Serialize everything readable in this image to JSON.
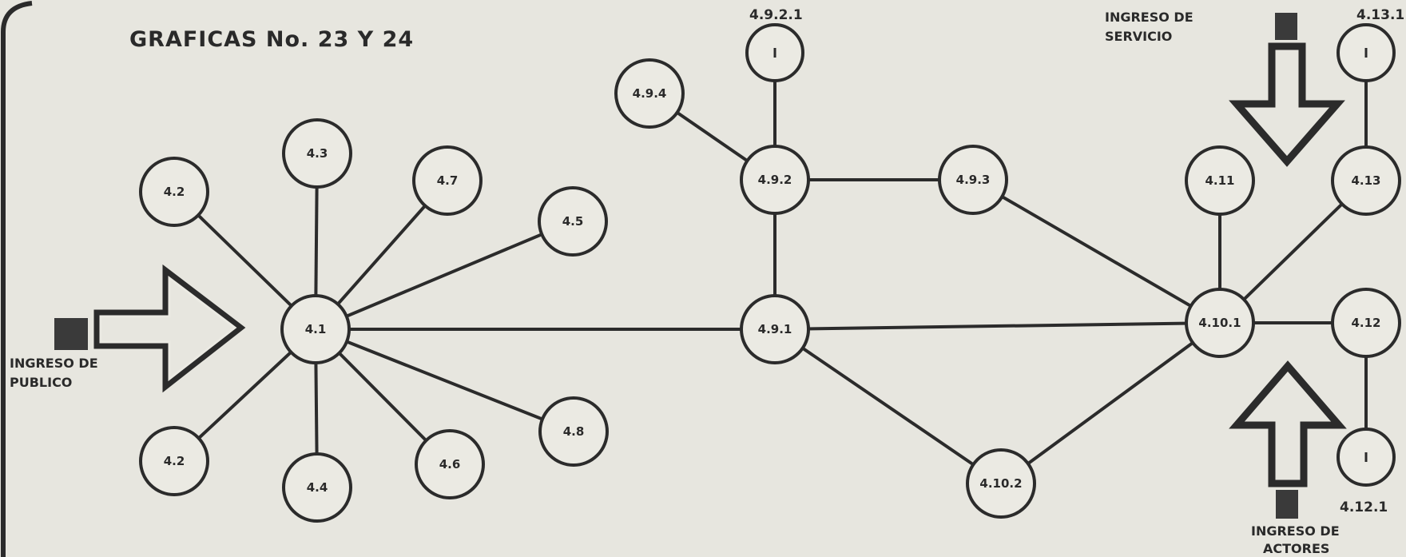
{
  "title": "GRAFICAS No. 23 Y 24",
  "nodes": [
    {
      "id": "n4_1",
      "label": "4.1"
    },
    {
      "id": "n4_2a",
      "label": "4.2"
    },
    {
      "id": "n4_3",
      "label": "4.3"
    },
    {
      "id": "n4_7",
      "label": "4.7"
    },
    {
      "id": "n4_5",
      "label": "4.5"
    },
    {
      "id": "n4_2b",
      "label": "4.2"
    },
    {
      "id": "n4_4",
      "label": "4.4"
    },
    {
      "id": "n4_6",
      "label": "4.6"
    },
    {
      "id": "n4_8",
      "label": "4.8"
    },
    {
      "id": "n4_9_4",
      "label": "4.9.4"
    },
    {
      "id": "n4_9_2_1",
      "label": "4.9.2.1"
    },
    {
      "id": "n4_9_2",
      "label": "4.9.2"
    },
    {
      "id": "n4_9_3",
      "label": "4.9.3"
    },
    {
      "id": "n4_9_1",
      "label": "4.9.1"
    },
    {
      "id": "n4_10_2",
      "label": "4.10.2"
    },
    {
      "id": "n4_10_1",
      "label": "4.10.1"
    },
    {
      "id": "n4_11",
      "label": "4.11"
    },
    {
      "id": "n4_13",
      "label": "4.13"
    },
    {
      "id": "n4_13_1",
      "label": "4.13.1"
    },
    {
      "id": "n4_12",
      "label": "4.12"
    },
    {
      "id": "n4_12_1",
      "label": "4.12.1"
    }
  ],
  "edges": [
    [
      "n4_1",
      "n4_2a"
    ],
    [
      "n4_1",
      "n4_3"
    ],
    [
      "n4_1",
      "n4_7"
    ],
    [
      "n4_1",
      "n4_5"
    ],
    [
      "n4_1",
      "n4_2b"
    ],
    [
      "n4_1",
      "n4_4"
    ],
    [
      "n4_1",
      "n4_6"
    ],
    [
      "n4_1",
      "n4_8"
    ],
    [
      "n4_1",
      "n4_9_1"
    ],
    [
      "n4_9_4",
      "n4_9_2"
    ],
    [
      "n4_9_2_1",
      "n4_9_2"
    ],
    [
      "n4_9_2",
      "n4_9_3"
    ],
    [
      "n4_9_2",
      "n4_9_1"
    ],
    [
      "n4_9_3",
      "n4_10_1"
    ],
    [
      "n4_9_1",
      "n4_10_1"
    ],
    [
      "n4_9_1",
      "n4_10_2"
    ],
    [
      "n4_10_2",
      "n4_10_1"
    ],
    [
      "n4_10_1",
      "n4_11"
    ],
    [
      "n4_10_1",
      "n4_13"
    ],
    [
      "n4_13",
      "n4_13_1"
    ],
    [
      "n4_10_1",
      "n4_12"
    ],
    [
      "n4_12",
      "n4_12_1"
    ]
  ],
  "entrances": {
    "public": {
      "line1": "INGRESO DE",
      "line2": "PUBLICO"
    },
    "service": {
      "line1": "INGRESO DE",
      "line2": "SERVICIO"
    },
    "actors": {
      "line1": "INGRESO DE",
      "line2": "ACTORES"
    }
  }
}
